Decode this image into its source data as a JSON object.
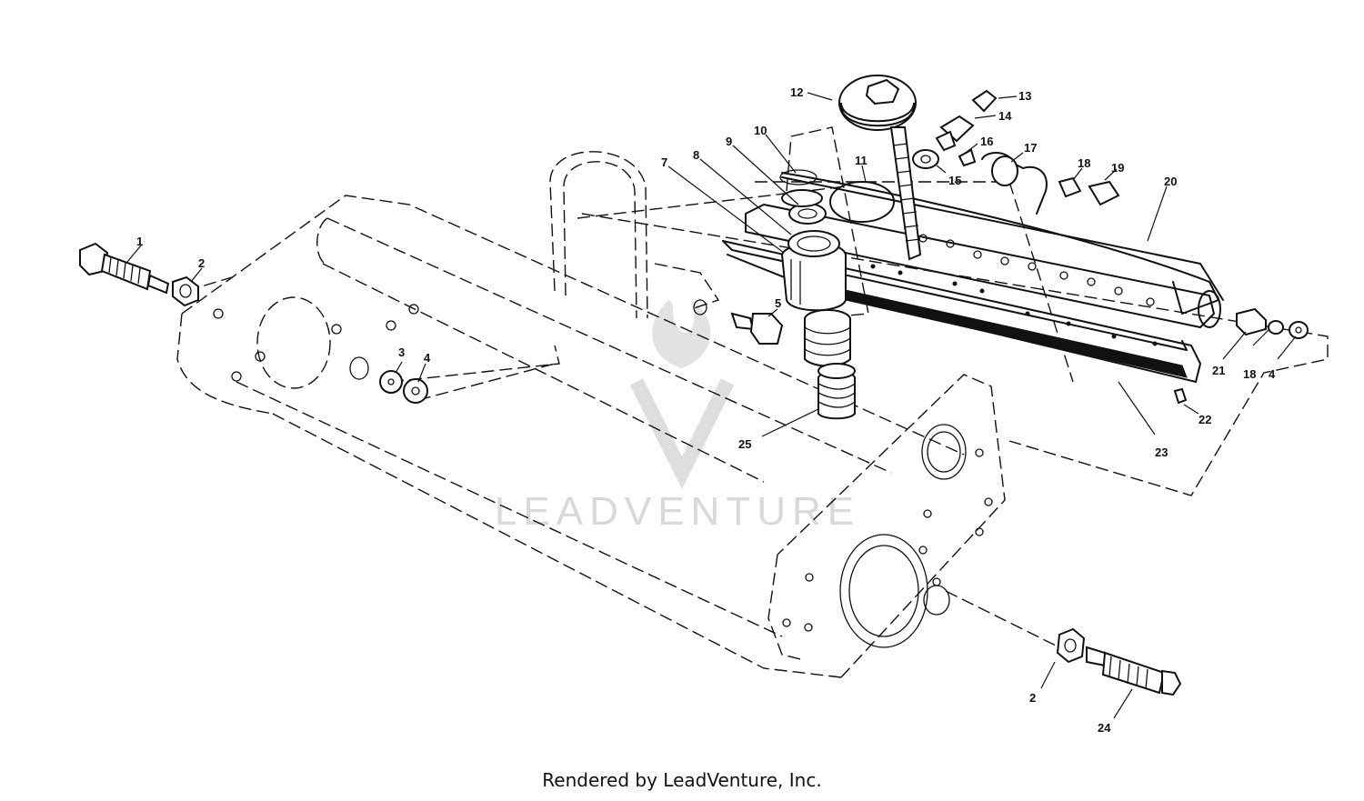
{
  "callouts": [
    {
      "id": "1",
      "label": "1"
    },
    {
      "id": "2a",
      "label": "2"
    },
    {
      "id": "3",
      "label": "3"
    },
    {
      "id": "4a",
      "label": "4"
    },
    {
      "id": "5",
      "label": "5"
    },
    {
      "id": "7",
      "label": "7"
    },
    {
      "id": "8",
      "label": "8"
    },
    {
      "id": "9",
      "label": "9"
    },
    {
      "id": "10",
      "label": "10"
    },
    {
      "id": "11",
      "label": "11"
    },
    {
      "id": "12",
      "label": "12"
    },
    {
      "id": "13",
      "label": "13"
    },
    {
      "id": "14",
      "label": "14"
    },
    {
      "id": "15",
      "label": "15"
    },
    {
      "id": "16",
      "label": "16"
    },
    {
      "id": "17",
      "label": "17"
    },
    {
      "id": "18a",
      "label": "18"
    },
    {
      "id": "19",
      "label": "19"
    },
    {
      "id": "20",
      "label": "20"
    },
    {
      "id": "21",
      "label": "21"
    },
    {
      "id": "18b",
      "label": "18"
    },
    {
      "id": "4b",
      "label": "4"
    },
    {
      "id": "22",
      "label": "22"
    },
    {
      "id": "23",
      "label": "23"
    },
    {
      "id": "25",
      "label": "25"
    },
    {
      "id": "2b",
      "label": "2"
    },
    {
      "id": "24",
      "label": "24"
    }
  ],
  "watermark": "LEADVENTURE",
  "footer": "Rendered by LeadVenture, Inc."
}
